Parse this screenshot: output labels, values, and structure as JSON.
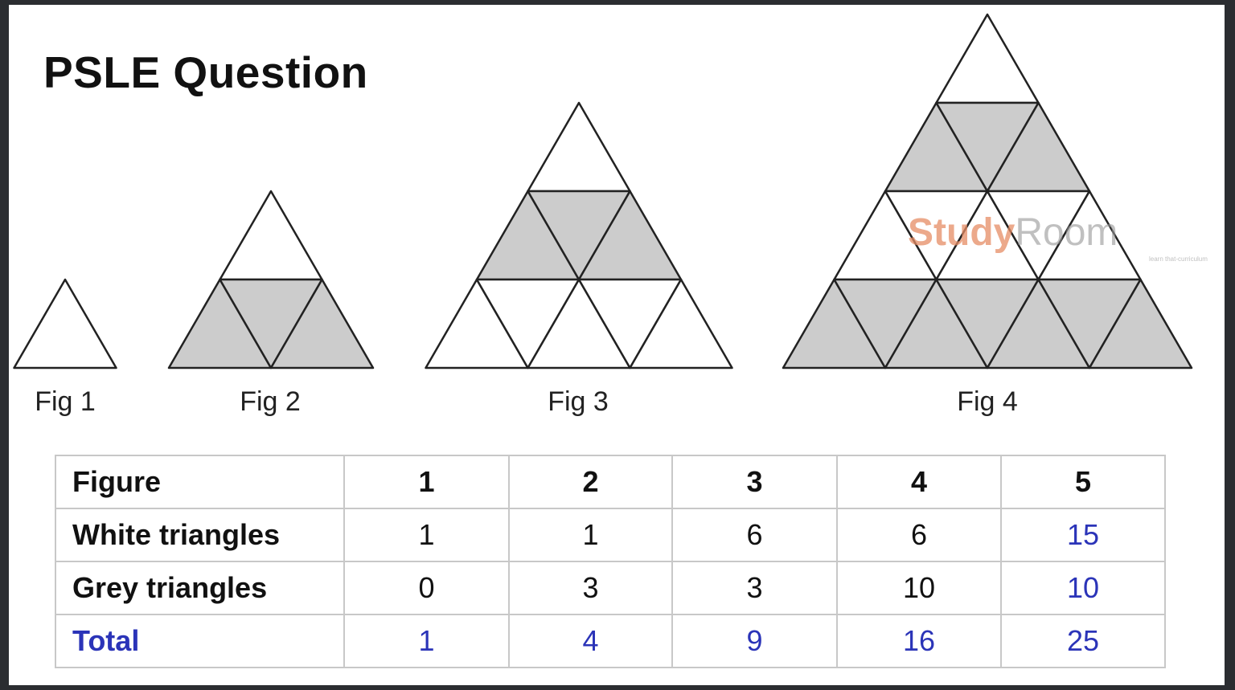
{
  "title": "PSLE Question",
  "figure_labels": [
    "Fig 1",
    "Fig 2",
    "Fig 3",
    "Fig 4"
  ],
  "figures": [
    {
      "rows": [
        "W"
      ]
    },
    {
      "rows": [
        "W",
        "GGG"
      ]
    },
    {
      "rows": [
        "W",
        "GGG",
        "WWWWW"
      ]
    },
    {
      "rows": [
        "W",
        "GGG",
        "WWWWW",
        "GGGGGGG"
      ]
    }
  ],
  "watermark": {
    "part1": "Study",
    "part2": "Room",
    "tagline": "learn that-curriculum"
  },
  "table": {
    "header": [
      "Figure",
      "1",
      "2",
      "3",
      "4",
      "5"
    ],
    "rows": [
      {
        "label": "White triangles",
        "values": [
          "1",
          "1",
          "6",
          "6",
          "15"
        ]
      },
      {
        "label": "Grey triangles",
        "values": [
          "0",
          "3",
          "3",
          "10",
          "10"
        ]
      },
      {
        "label": "Total",
        "values": [
          "1",
          "4",
          "9",
          "16",
          "25"
        ]
      }
    ]
  },
  "colors": {
    "grey_fill": "#cccccc",
    "white_fill": "#ffffff",
    "stroke": "#222222",
    "answer_blue": "#2b34b8"
  }
}
